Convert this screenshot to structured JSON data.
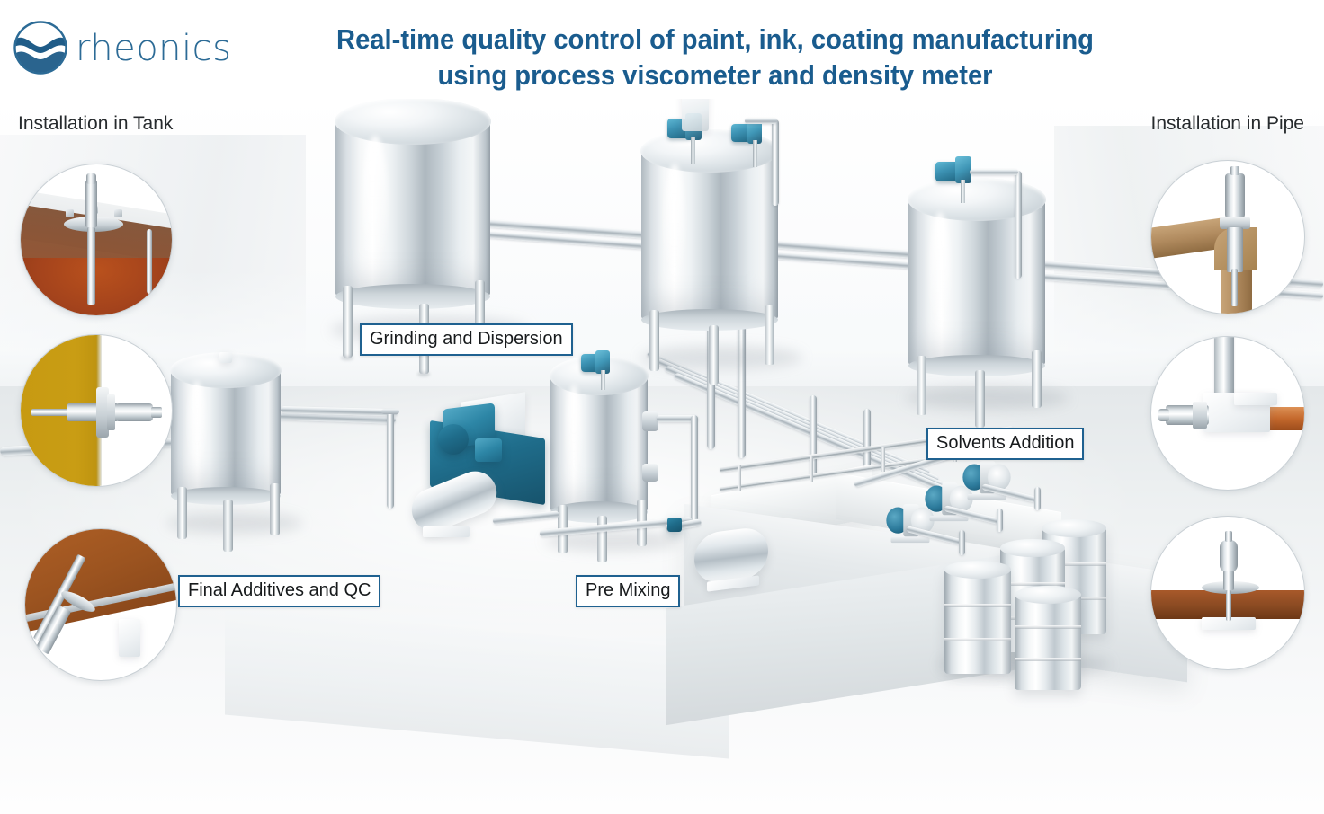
{
  "header": {
    "logo_text": "rheonics",
    "logo_icon": "rheonics-wave-circle-logo",
    "title_line1": "Real-time quality control of paint, ink, coating manufacturing",
    "title_line2": "using process viscometer and density meter",
    "title_color": "#1a5c8e"
  },
  "side_labels": {
    "left": "Installation in Tank",
    "right": "Installation in Pipe"
  },
  "callouts": [
    {
      "id": "grinding",
      "label": "Grinding and Dispersion"
    },
    {
      "id": "solvents",
      "label": "Solvents Addition"
    },
    {
      "id": "final_additives",
      "label": "Final Additives and QC"
    },
    {
      "id": "pre_mixing",
      "label": "Pre Mixing"
    }
  ],
  "insets_left": [
    {
      "id": "tank-top-flange-probe",
      "caption_group": "Installation in Tank",
      "fluid_color": "#a4431c"
    },
    {
      "id": "tank-sidewall-probe",
      "caption_group": "Installation in Tank",
      "fluid_color": "#c79a12"
    },
    {
      "id": "tank-angled-probe",
      "caption_group": "Installation in Tank",
      "fluid_color": "#a2561f"
    }
  ],
  "insets_right": [
    {
      "id": "pipe-elbow-probe",
      "caption_group": "Installation in Pipe",
      "fluid_color": "#b08a5e"
    },
    {
      "id": "pipe-inline-tee-probe",
      "caption_group": "Installation in Pipe",
      "fluid_color": "#c4682c"
    },
    {
      "id": "pipe-top-mount-probe",
      "caption_group": "Installation in Pipe",
      "fluid_color": "#8a4a22"
    }
  ],
  "scene": {
    "equipment": [
      {
        "id": "grinding-dispersion-tank",
        "type": "vertical-mixing-tank"
      },
      {
        "id": "dispersion-tank-center",
        "type": "vertical-mixing-tank"
      },
      {
        "id": "solvents-tank-right",
        "type": "vertical-mixing-tank"
      },
      {
        "id": "final-additives-tank",
        "type": "vertical-storage-tank"
      },
      {
        "id": "pre-mixing-vessel",
        "type": "pressure-vessel-with-agitator"
      },
      {
        "id": "process-pump-skid",
        "type": "motor-pump-skid"
      },
      {
        "id": "inline-filter",
        "type": "horizontal-steel-cylinder"
      },
      {
        "id": "horizontal-receiver",
        "type": "horizontal-steel-cylinder"
      },
      {
        "id": "diaphragm-pump-1",
        "type": "air-operated-diaphragm-pump"
      },
      {
        "id": "diaphragm-pump-2",
        "type": "air-operated-diaphragm-pump"
      },
      {
        "id": "diaphragm-pump-3",
        "type": "air-operated-diaphragm-pump"
      },
      {
        "id": "solvent-drum-1",
        "type": "steel-drum"
      },
      {
        "id": "solvent-drum-2",
        "type": "steel-drum"
      },
      {
        "id": "solvent-drum-3",
        "type": "steel-drum"
      },
      {
        "id": "solvent-drum-4",
        "type": "steel-drum"
      }
    ],
    "accent_teal": "#2d86a6",
    "steel_color": "#d6dde1",
    "floor_color": "#eef1f2"
  }
}
